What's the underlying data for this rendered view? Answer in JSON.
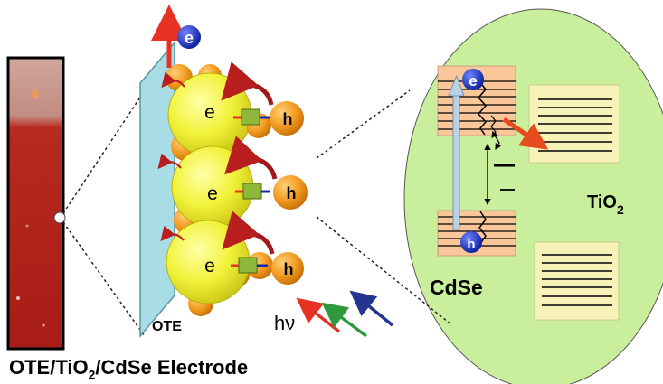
{
  "labels": {
    "electron": "e",
    "hole": "h",
    "ote": "OTE",
    "light": "hν",
    "cdse": "CdSe",
    "tio2_main": "TiO",
    "tio2_sub": "2"
  },
  "caption": {
    "part1": "OTE/TiO",
    "sub": "2",
    "part2": "/CdSe Electrode"
  },
  "colors": {
    "electrode_glass": "#a9dde6",
    "tio2_particle": "#f2f23a",
    "cdse_particle": "#f29a1f",
    "electron_blue": "#1428b4",
    "transfer_arrow": "#b81e1e",
    "inset_bg": "#c9ef9c",
    "cdse_band_box": "#f9c79a",
    "tio2_band_box": "#f7f2b8",
    "excitation_arrow": "#b8d3e8",
    "injection_arrow": "#e84c1e",
    "photo_red": "#e63224",
    "photo_green": "#2f9a3c",
    "photo_blue": "#23358f",
    "film_red": "#b81e1e"
  }
}
